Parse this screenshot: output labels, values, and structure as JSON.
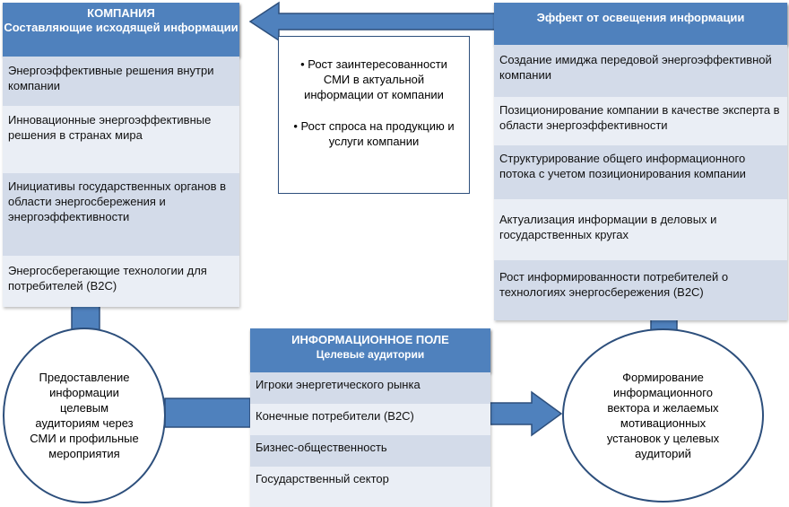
{
  "company": {
    "title": "КОМПАНИЯ",
    "subtitle": "Составляющие  исходящей информации",
    "items": [
      "Энергоэффективные решения внутри компании",
      "Инновационные энергоэффективные решения в странах мира",
      "Инициативы государственных органов в области энергосбережения и энергоэффективности",
      "Энергосберегающие технологии для потребителей (В2С)"
    ]
  },
  "effect": {
    "title": "Эффект от освещения информации",
    "items": [
      "Создание имиджа  передовой энергоэффективной компании",
      "Позиционирование компании в качестве эксперта в области  энергоэффективности",
      "Структурирование общего информационного потока с учетом позиционирования компании",
      "Актуализация информации в деловых и государственных кругах",
      "Рост информированности потребителей о технологиях энергосбережения  (В2С)"
    ]
  },
  "center_note": {
    "bullets": [
      "• Рост заинтересованности СМИ в актуальной информации от компании",
      "• Рост спроса на продукцию и услуги компании"
    ]
  },
  "info_field": {
    "title": "ИНФОРМАЦИОННОЕ ПОЛЕ",
    "subtitle": "Целевые аудитории",
    "items": [
      "Игроки энергетического рынка",
      "Конечные потребители (В2С)",
      "Бизнес-общественность",
      "Государственный сектор"
    ]
  },
  "left_circle": {
    "text": "Предоставление информации целевым аудиториям через СМИ и профильные мероприятия"
  },
  "right_circle": {
    "text": "Формирование информационного вектора и желаемых мотивационных установок у целевых аудиторий"
  },
  "colors": {
    "header": "#4f81bd",
    "row_dark": "#d3dbe9",
    "row_light": "#eaeef5",
    "arrow": "#4f81bd",
    "arrow_border": "#2d4f7c"
  }
}
